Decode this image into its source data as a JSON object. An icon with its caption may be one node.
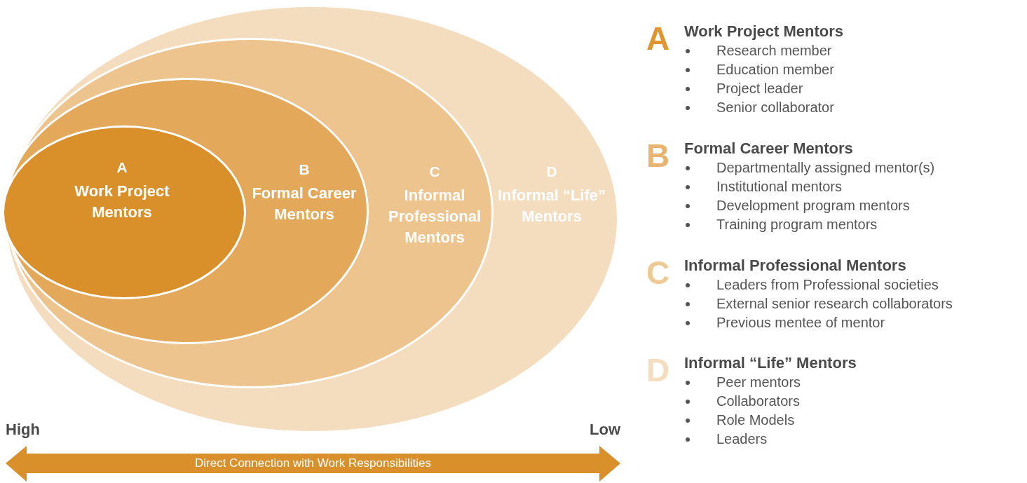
{
  "diagram": {
    "nodes": [
      {
        "text": [
          "D",
          "Informal “Life” Mentors"
        ]
      },
      {
        "text": [
          "C",
          "Informal Professional Mentors"
        ],
        "in": 0
      },
      {
        "text": [
          "B",
          "Formal Career Mentors"
        ],
        "in": 1
      },
      {
        "text": [
          "A",
          "Work Project Mentors"
        ],
        "in": 2
      }
    ],
    "labels": [
      "A",
      "Work Project Mentors",
      "Research member",
      "Education member",
      "Project leader",
      "Senior collaborator",
      "B",
      "Formal Career Mentors",
      "Departmentally assigned mentor(s)",
      "Institutional mentors",
      "Development program mentors",
      "Training program mentors",
      "C",
      "Informal Professional Mentors",
      "Leaders from Professional societies",
      "External senior research collaborators",
      "Previous mentee of mentor",
      "D",
      "Informal “Life” Mentors",
      "Peer mentors",
      "Collaborators",
      "Role Models",
      "Leaders",
      "High",
      "Low",
      "Direct Connection with Work Responsibilities"
    ]
  }
}
